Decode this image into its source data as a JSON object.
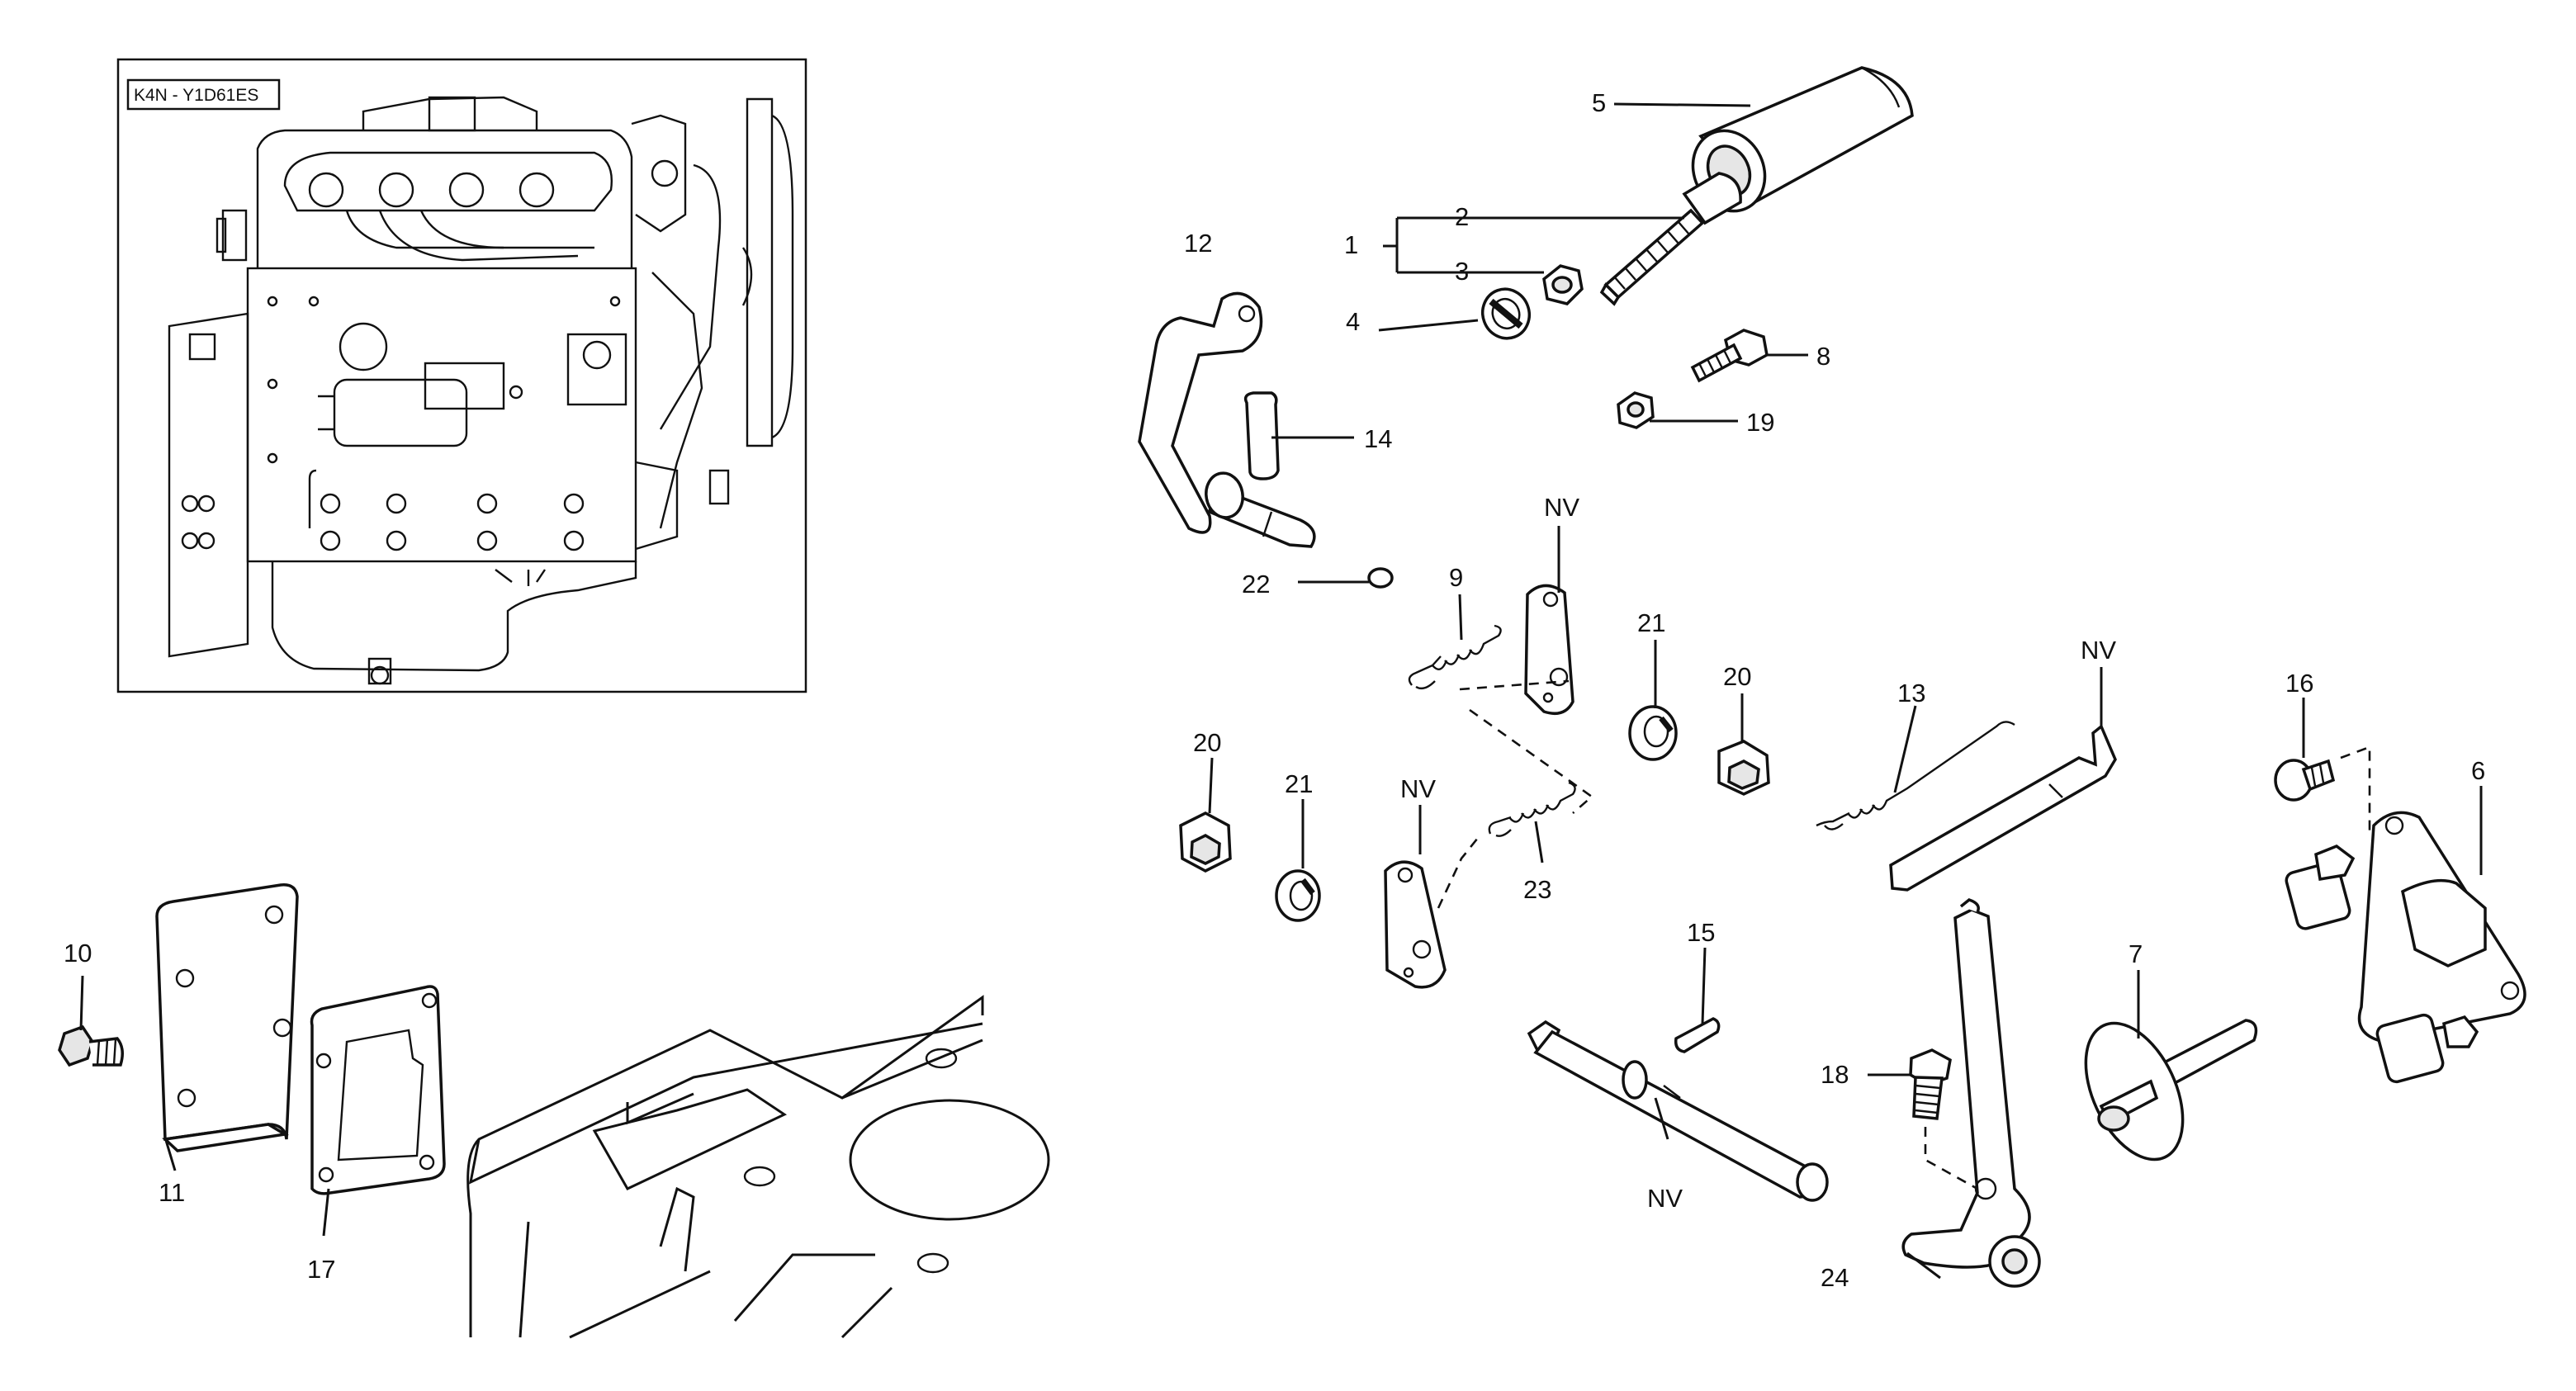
{
  "inset": {
    "model_label": "K4N - Y1D61ES"
  },
  "callouts": {
    "c1": "1",
    "c2": "2",
    "c3": "3",
    "c4": "4",
    "c5": "5",
    "c6": "6",
    "c7": "7",
    "c8": "8",
    "c9": "9",
    "c10": "10",
    "c11": "11",
    "c12": "12",
    "c13": "13",
    "c14": "14",
    "c15": "15",
    "c16": "16",
    "c17": "17",
    "c18": "18",
    "c19": "19",
    "c20a": "20",
    "c20b": "20",
    "c21a": "21",
    "c21b": "21",
    "c22": "22",
    "c23": "23",
    "c24": "24",
    "nv1": "NV",
    "nv2": "NV",
    "nv3": "NV",
    "nv4": "NV"
  }
}
